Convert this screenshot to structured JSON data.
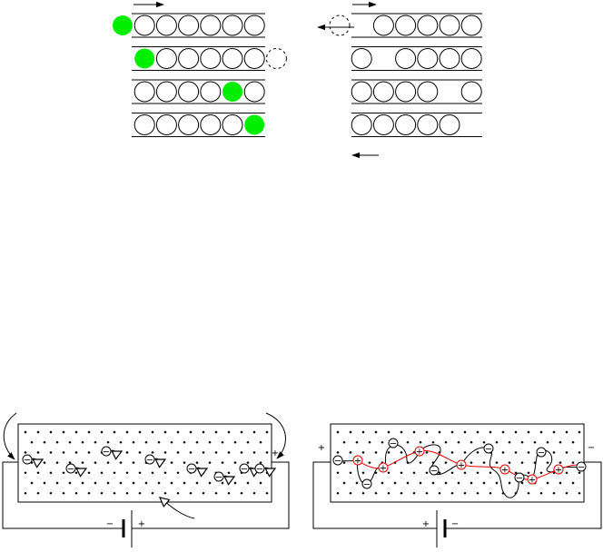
{
  "colors": {
    "ink": "#000000",
    "ball_highlight": "#00ee00",
    "hole_path": "#e00000",
    "background": "#ffffff"
  },
  "top_panels": {
    "left_marbles": {
      "arrow_direction": "right",
      "rows": [
        {
          "slots": [
            "g",
            "o",
            "o",
            "o",
            "o",
            "o",
            "o",
            "n"
          ]
        },
        {
          "slots": [
            "n",
            "g",
            "o",
            "o",
            "o",
            "o",
            "o",
            "d"
          ]
        },
        {
          "slots": [
            "n",
            "o",
            "o",
            "o",
            "o",
            "g",
            "o",
            "n"
          ]
        },
        {
          "slots": [
            "n",
            "o",
            "o",
            "o",
            "o",
            "o",
            "g",
            "n"
          ]
        }
      ]
    },
    "right_holes": {
      "top_arrow_direction": "right",
      "bottom_arrow_direction": "left",
      "rows": [
        {
          "slots": [
            "d",
            "n",
            "o",
            "o",
            "o",
            "o",
            "o"
          ]
        },
        {
          "slots": [
            "n",
            "o",
            "n",
            "o",
            "o",
            "o",
            "o"
          ]
        },
        {
          "slots": [
            "n",
            "o",
            "o",
            "o",
            "o",
            "n",
            "o"
          ]
        },
        {
          "slots": [
            "n",
            "o",
            "o",
            "o",
            "o",
            "o",
            "n"
          ]
        }
      ]
    }
  },
  "bottom_panels": {
    "left_electrons": {
      "carrier_symbol": "−",
      "battery_left_label": "−",
      "battery_right_label": "+",
      "terminal_right_label": "+"
    },
    "right_holes": {
      "electron_symbol": "−",
      "hole_symbol": "+",
      "terminal_left_label": "+",
      "terminal_right_label": "−",
      "battery_left_label": "+",
      "battery_right_label": "−"
    }
  }
}
